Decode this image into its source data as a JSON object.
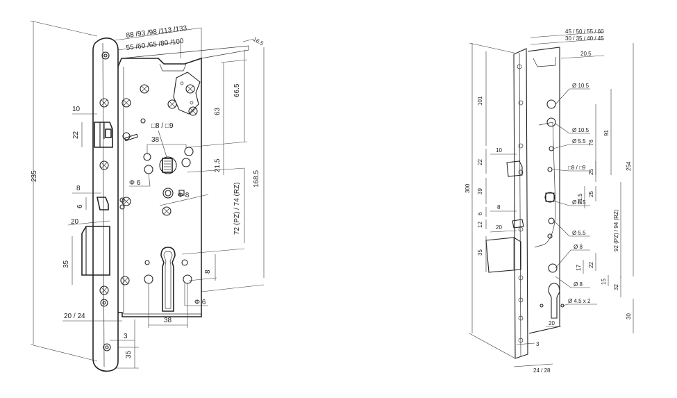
{
  "left_drawing": {
    "dims": {
      "faceplate_height": "235",
      "backset_top": "88 /93 /98 /113 /133",
      "backset_bottom": "55 /60 /65 /80 /100",
      "case_depth": "16.5",
      "top_to_follower": "66.5",
      "top_to_centre": "63",
      "overall_case": "168.5",
      "follower_to_cylinder": "21.5",
      "pz_rz": "72 (PZ)  /  74 (RZ)",
      "cylinder_offset": "8",
      "latch_width": "10",
      "latch_height": "22",
      "trigger_width": "8",
      "trigger_height": "6",
      "bolt_throw": "20",
      "bolt_height": "35",
      "faceplate_width": "20 / 24",
      "faceplate_thickness": "3",
      "bottom_to_screw": "35",
      "follower_square": "□8 / □9",
      "spindle_spacing": "38",
      "hole_dia_left": "Φ 6",
      "hole_dia_right": "Φ 8",
      "cyl_spacing": "38",
      "cyl_hole_dia": "Φ 6"
    }
  },
  "right_drawing": {
    "dims": {
      "top_a": "45 / 50 / 55 / 60",
      "top_b": "30 / 35 / 40 / 45",
      "case_depth": "20.5",
      "overall_height": "300",
      "top_section": "101",
      "latch_width": "10",
      "latch_height": "22",
      "section_39": "39",
      "trigger_height": "6",
      "trigger_width": "8",
      "gap_12": "12",
      "bolt_throw": "20",
      "bolt_height": "35",
      "bottom_section": "30",
      "faceplate_thickness": "3",
      "faceplate_width": "24 / 28",
      "hole_a": "Ø 10.5",
      "hole_b": "Ø 10.5",
      "hole_c": "Ø 5.5",
      "follower_sq": "□8 / □9",
      "hole_d": "Ø 8.5",
      "hole_e": "Ø 5.5",
      "hole_f": "Ø 8",
      "hole_g": "Ø 8",
      "hole_h": "Ø 4.5 x 2",
      "dim_91": "91",
      "dim_76": "76",
      "dim_25a": "25",
      "dim_25b": "25",
      "dim_21_5": "21.5",
      "dim_254": "254",
      "pz_rz": "92 (PZ) / 94 (RZ)",
      "dim_22": "22",
      "dim_17": "17",
      "dim_15": "15",
      "dim_32": "32",
      "dim_20_bottom": "20"
    }
  }
}
